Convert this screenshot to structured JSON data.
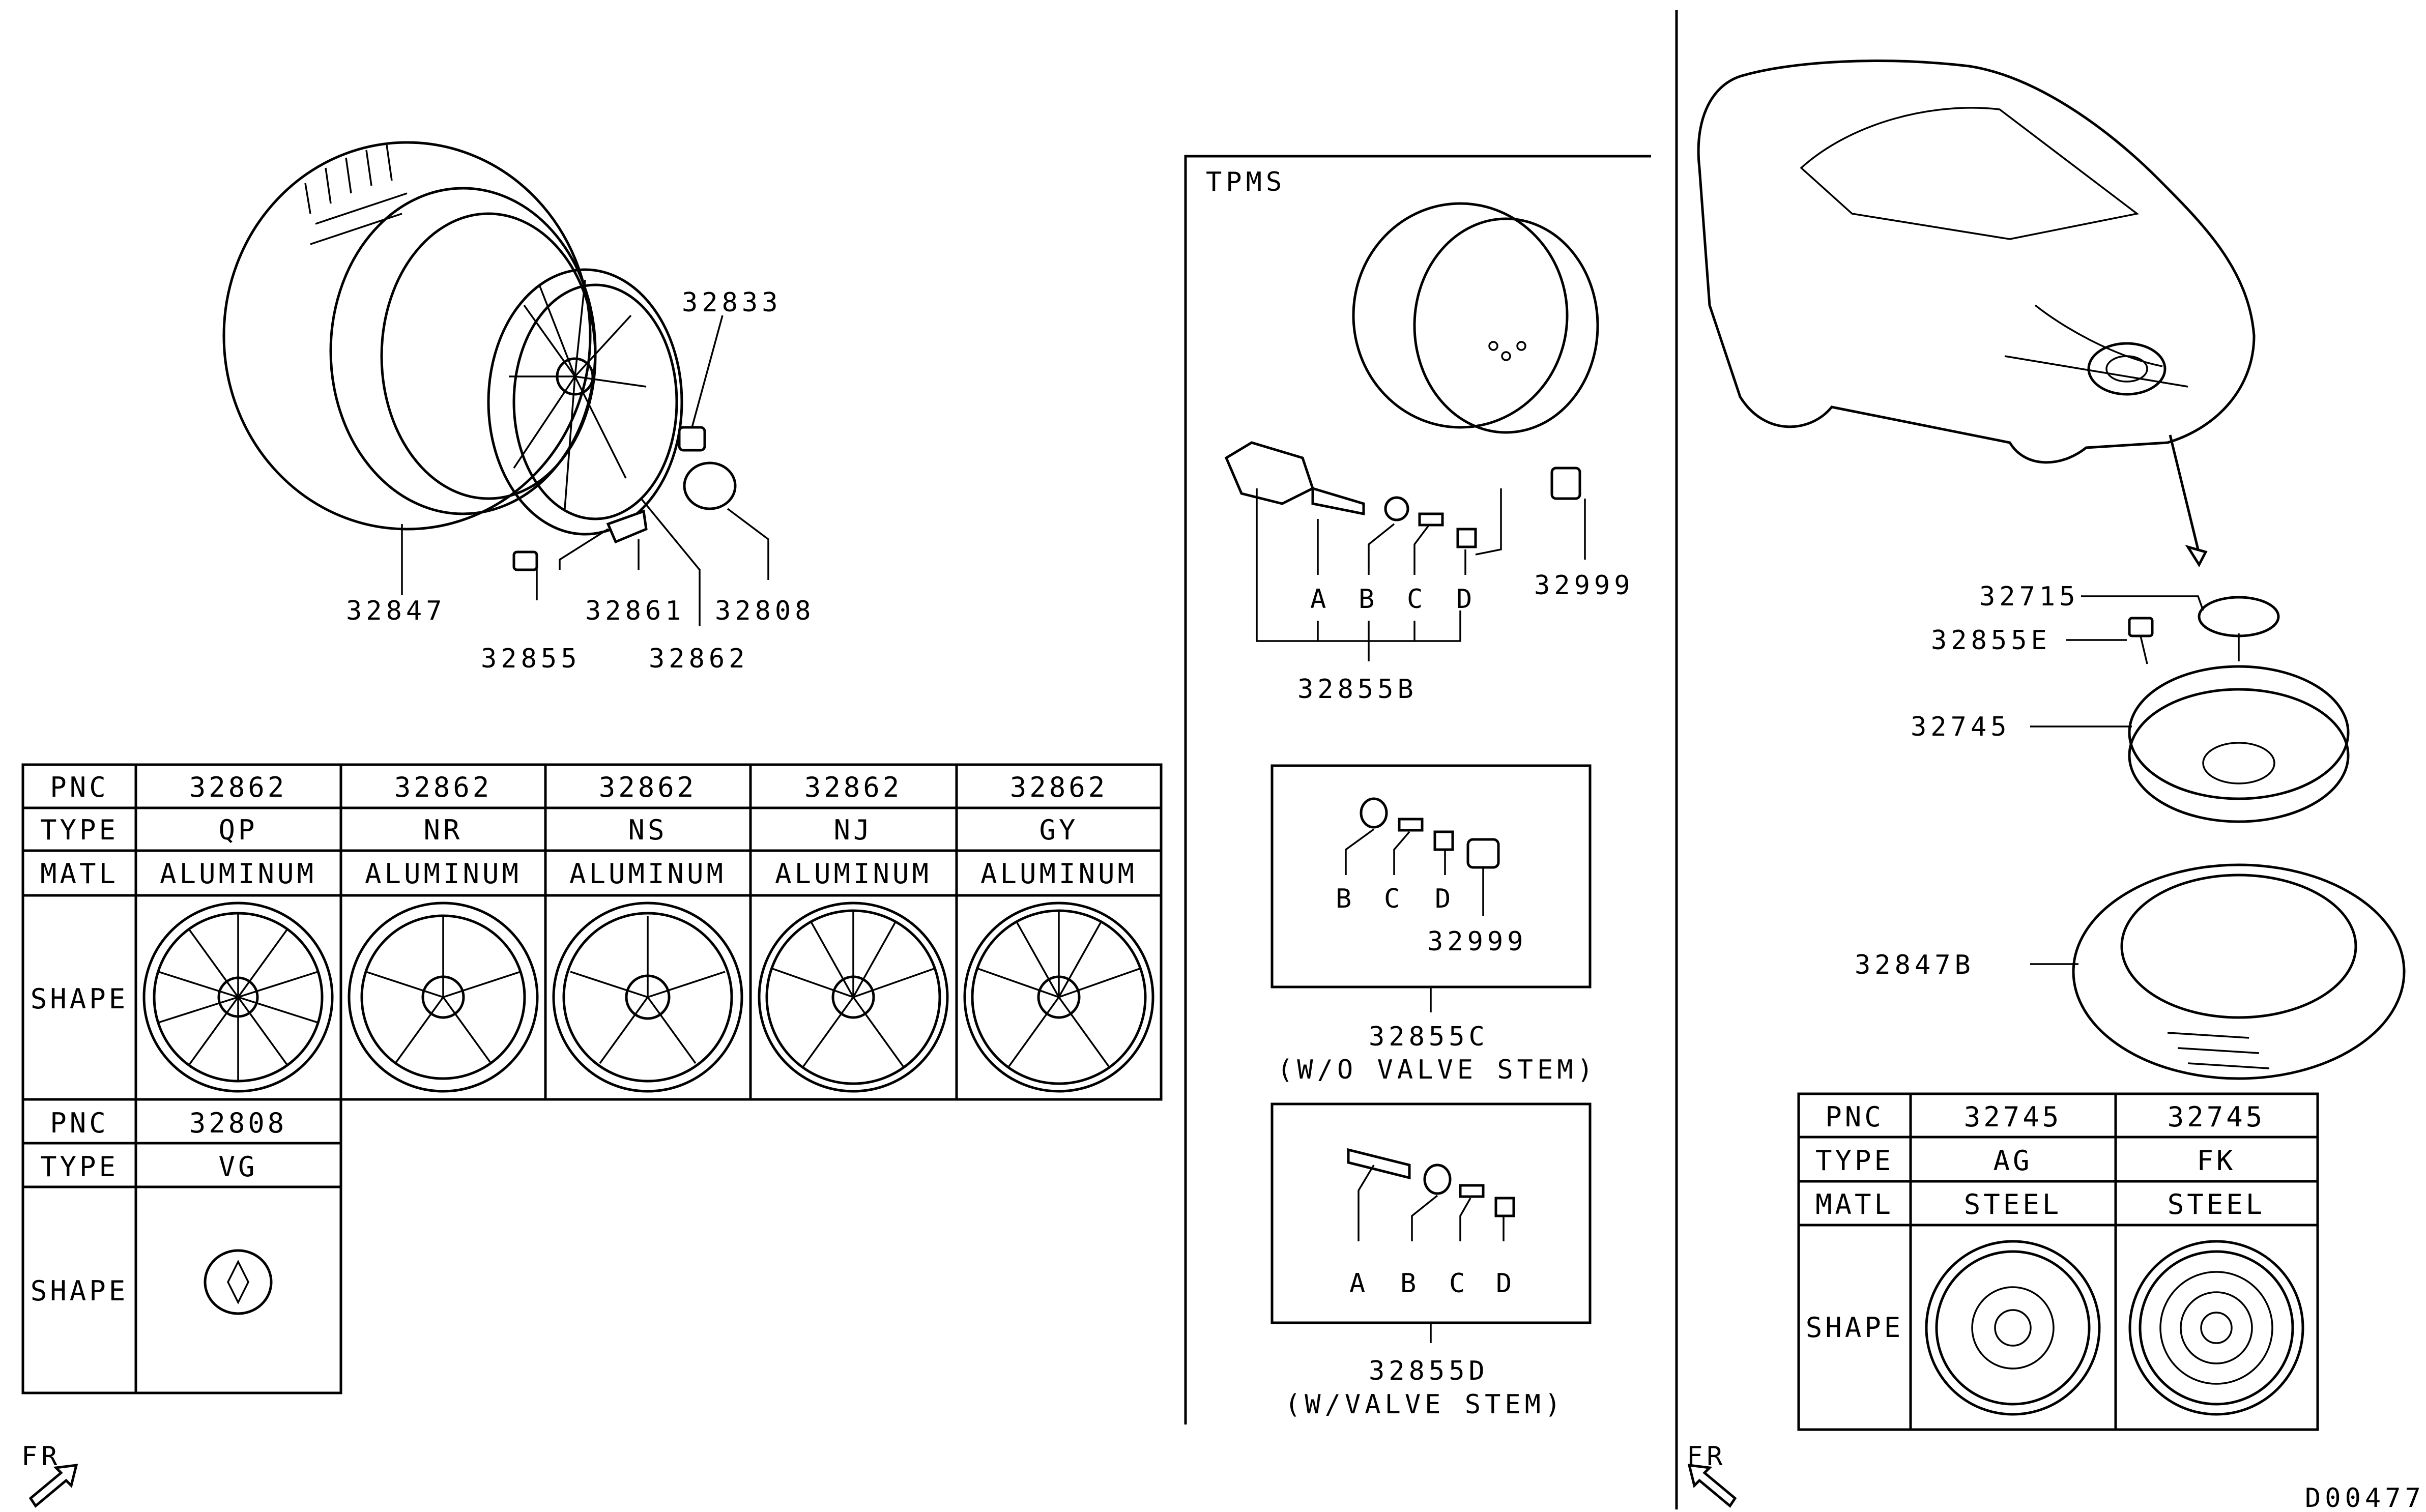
{
  "callouts": {
    "p32833": "32833",
    "p32847": "32847",
    "p32861": "32861",
    "p32808": "32808",
    "p32855": "32855",
    "p32862": "32862",
    "p32999a": "32999",
    "p32855B": "32855B",
    "p32999b": "32999",
    "p32855C": "32855C",
    "p32855C_note": "(W/O VALVE STEM)",
    "p32855D": "32855D",
    "p32855D_note": "(W/VALVE STEM)",
    "p32715": "32715",
    "p32855E": "32855E",
    "p32745": "32745",
    "p32847B": "32847B",
    "A": "A",
    "B": "B",
    "C": "C",
    "D": "D"
  },
  "tpms": {
    "title": "TPMS"
  },
  "fr_label": "FR",
  "diagram_id": "D00477",
  "wheel_table": {
    "row_headers": [
      "PNC",
      "TYPE",
      "MATL",
      "SHAPE"
    ],
    "columns": [
      {
        "pnc": "32862",
        "type": "QP",
        "matl": "ALUMINUM"
      },
      {
        "pnc": "32862",
        "type": "NR",
        "matl": "ALUMINUM"
      },
      {
        "pnc": "32862",
        "type": "NS",
        "matl": "ALUMINUM"
      },
      {
        "pnc": "32862",
        "type": "NJ",
        "matl": "ALUMINUM"
      },
      {
        "pnc": "32862",
        "type": "GY",
        "matl": "ALUMINUM"
      }
    ]
  },
  "cap_table": {
    "row_headers": [
      "PNC",
      "TYPE",
      "SHAPE"
    ],
    "columns": [
      {
        "pnc": "32808",
        "type": "VG"
      }
    ]
  },
  "spare_table": {
    "row_headers": [
      "PNC",
      "TYPE",
      "MATL",
      "SHAPE"
    ],
    "columns": [
      {
        "pnc": "32745",
        "type": "AG",
        "matl": "STEEL"
      },
      {
        "pnc": "32745",
        "type": "FK",
        "matl": "STEEL"
      }
    ]
  }
}
